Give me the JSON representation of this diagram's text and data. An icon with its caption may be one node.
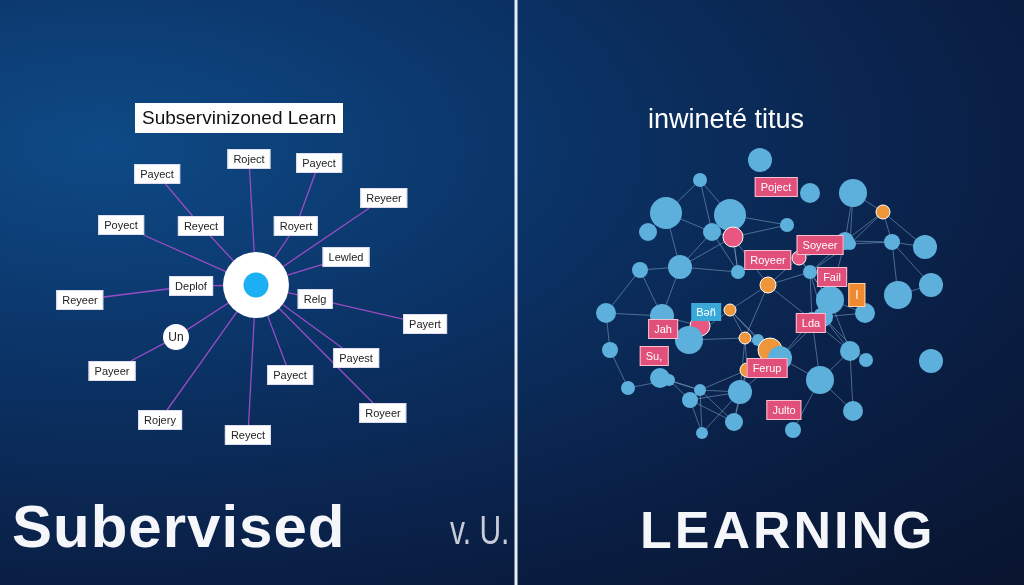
{
  "diagram": {
    "nodes": [
      {
        "text": [
          "Subservinizoned Learn"
        ]
      },
      {
        "text": [
          "Roject"
        ]
      },
      {
        "text": [
          "Payect"
        ]
      },
      {
        "text": [
          "Payect"
        ]
      },
      {
        "text": [
          "Reyeer"
        ]
      },
      {
        "text": [
          "Poyect"
        ]
      },
      {
        "text": [
          "Reyect"
        ]
      },
      {
        "text": [
          "Royert"
        ]
      },
      {
        "text": [
          "Lewled"
        ]
      },
      {
        "text": [],
        "shape": "circle"
      },
      {
        "text": [
          "Deplof"
        ]
      },
      {
        "text": [
          "Reyeer"
        ]
      },
      {
        "text": [
          "Relg"
        ]
      },
      {
        "text": [
          "Payert"
        ]
      },
      {
        "text": [
          "Un"
        ]
      },
      {
        "text": [
          "Payest"
        ]
      },
      {
        "text": [
          "Payeer"
        ]
      },
      {
        "text": [
          "Payect"
        ]
      },
      {
        "text": [
          "Royeer"
        ]
      },
      {
        "text": [
          "Rojery"
        ]
      },
      {
        "text": [
          "Reyect"
        ]
      },
      {
        "text": [
          "Poject"
        ]
      },
      {
        "text": [
          "Soyeer"
        ]
      },
      {
        "text": [
          "Royeer"
        ]
      },
      {
        "text": [
          "Fail"
        ]
      },
      {
        "text": [
          "I"
        ]
      },
      {
        "text": [
          "Bəñ"
        ]
      },
      {
        "text": [
          "Jah"
        ]
      },
      {
        "text": [
          "Lda"
        ]
      },
      {
        "text": [
          "Su,"
        ]
      },
      {
        "text": [
          "Ferup"
        ]
      },
      {
        "text": [
          "Julto"
        ]
      }
    ],
    "edges": [
      {
        "from": 1,
        "to": 9,
        "arrow": "none"
      },
      {
        "from": 2,
        "to": 7,
        "arrow": "none"
      },
      {
        "from": 3,
        "to": 6,
        "arrow": "none"
      },
      {
        "from": 4,
        "to": 9,
        "arrow": "none"
      },
      {
        "from": 5,
        "to": 9,
        "arrow": "none"
      },
      {
        "from": 6,
        "to": 9,
        "arrow": "none"
      },
      {
        "from": 7,
        "to": 9,
        "arrow": "none"
      },
      {
        "from": 8,
        "to": 9,
        "arrow": "none"
      },
      {
        "from": 10,
        "to": 9,
        "arrow": "none"
      },
      {
        "from": 11,
        "to": 10,
        "arrow": "none"
      },
      {
        "from": 12,
        "to": 9,
        "arrow": "none"
      },
      {
        "from": 13,
        "to": 12,
        "arrow": "none"
      },
      {
        "from": 14,
        "to": 9,
        "arrow": "none"
      },
      {
        "from": 16,
        "to": 14,
        "arrow": "none"
      },
      {
        "from": 15,
        "to": 9,
        "arrow": "none"
      },
      {
        "from": 17,
        "to": 9,
        "arrow": "none"
      },
      {
        "from": 18,
        "to": 9,
        "arrow": "none"
      },
      {
        "from": 19,
        "to": 9,
        "arrow": "none"
      },
      {
        "from": 20,
        "to": 9,
        "arrow": "none"
      }
    ],
    "labels": [
      "inwineté titus",
      "Subervised",
      "v. U.",
      "LEARNING"
    ]
  }
}
